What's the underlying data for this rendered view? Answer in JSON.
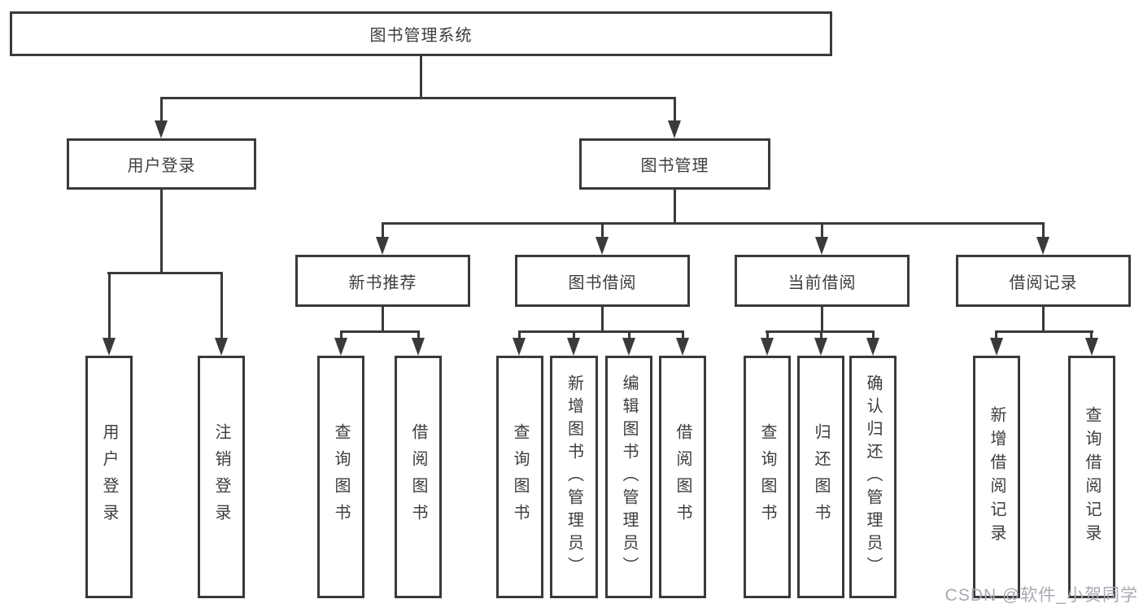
{
  "title": "图书管理系统",
  "watermark": "CSDN @软件_小贺同学",
  "colors": {
    "line": "#3a3a3a",
    "text": "#3d3d3d",
    "background": "#ffffff",
    "watermark": "#a9a9b3"
  },
  "diagram_type": "hierarchy-tree",
  "tree": {
    "label": "图书管理系统",
    "children": [
      {
        "label": "用户登录",
        "children": [
          {
            "label": "用户登录"
          },
          {
            "label": "注销登录"
          }
        ]
      },
      {
        "label": "图书管理",
        "children": [
          {
            "label": "新书推荐",
            "children": [
              {
                "label": "查询图书"
              },
              {
                "label": "借阅图书"
              }
            ]
          },
          {
            "label": "图书借阅",
            "children": [
              {
                "label": "查询图书"
              },
              {
                "label": "新增图书（管理员）"
              },
              {
                "label": "编辑图书（管理员）"
              },
              {
                "label": "借阅图书"
              }
            ]
          },
          {
            "label": "当前借阅",
            "children": [
              {
                "label": "查询图书"
              },
              {
                "label": "归还图书"
              },
              {
                "label": "确认归还（管理员）"
              }
            ]
          },
          {
            "label": "借阅记录",
            "children": [
              {
                "label": "新增借阅记录"
              },
              {
                "label": "查询借阅记录"
              }
            ]
          }
        ]
      }
    ]
  }
}
